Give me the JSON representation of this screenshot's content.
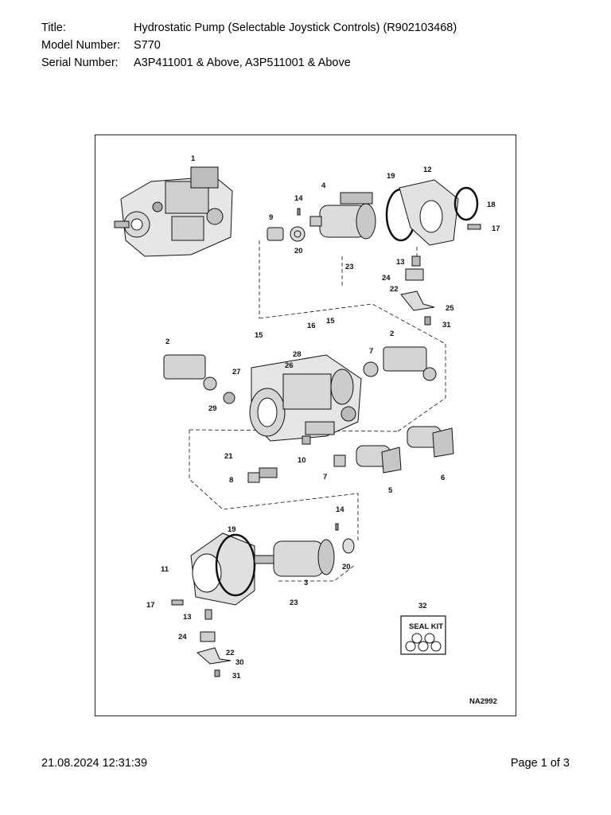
{
  "header": {
    "title_label": "Title:",
    "title_value": "Hydrostatic Pump (Selectable Joystick Controls) (R902103468)",
    "model_label": "Model Number:",
    "model_value": "S770",
    "serial_label": "Serial Number:",
    "serial_value": "A3P411001 & Above, A3P511001 & Above"
  },
  "diagram": {
    "reference_code": "NA2992",
    "seal_kit_label": "SEAL KIT",
    "callouts": {
      "c1": "1",
      "c2a": "2",
      "c2b": "2",
      "c3": "3",
      "c4": "4",
      "c5": "5",
      "c6": "6",
      "c7a": "7",
      "c7b": "7",
      "c8": "8",
      "c9": "9",
      "c10": "10",
      "c11": "11",
      "c12": "12",
      "c13a": "13",
      "c13b": "13",
      "c14a": "14",
      "c14b": "14",
      "c15a": "15",
      "c15b": "15",
      "c16": "16",
      "c17a": "17",
      "c17b": "17",
      "c18": "18",
      "c19a": "19",
      "c19b": "19",
      "c20a": "20",
      "c20b": "20",
      "c21": "21",
      "c22a": "22",
      "c22b": "22",
      "c23a": "23",
      "c23b": "23",
      "c24a": "24",
      "c24b": "24",
      "c25": "25",
      "c26": "26",
      "c27": "27",
      "c28": "28",
      "c29": "29",
      "c30": "30",
      "c31a": "31",
      "c31b": "31",
      "c32": "32"
    }
  },
  "footer": {
    "datetime": "21.08.2024 12:31:39",
    "page": "Page 1 of 3"
  }
}
